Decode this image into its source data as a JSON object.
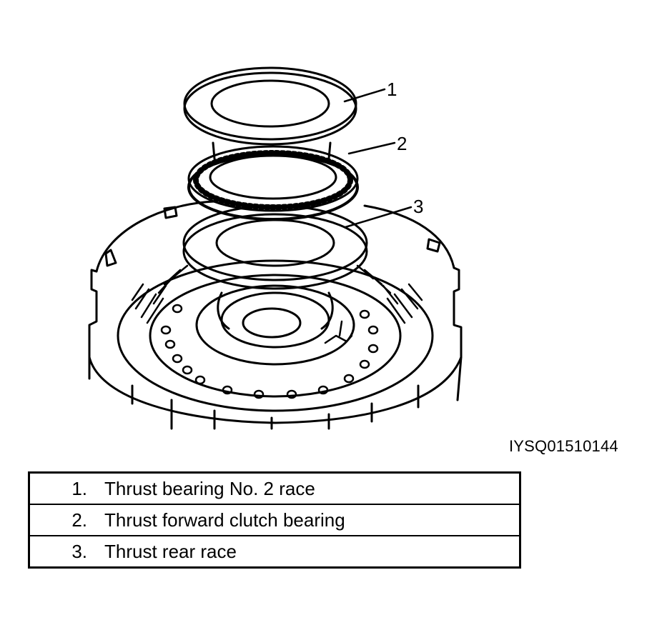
{
  "callouts": [
    "1",
    "2",
    "3"
  ],
  "figure_id": "IYSQ01510144",
  "legend": [
    {
      "num": "1.",
      "label": "Thrust bearing No. 2 race"
    },
    {
      "num": "2.",
      "label": "Thrust forward clutch bearing"
    },
    {
      "num": "3.",
      "label": "Thrust rear race"
    }
  ]
}
